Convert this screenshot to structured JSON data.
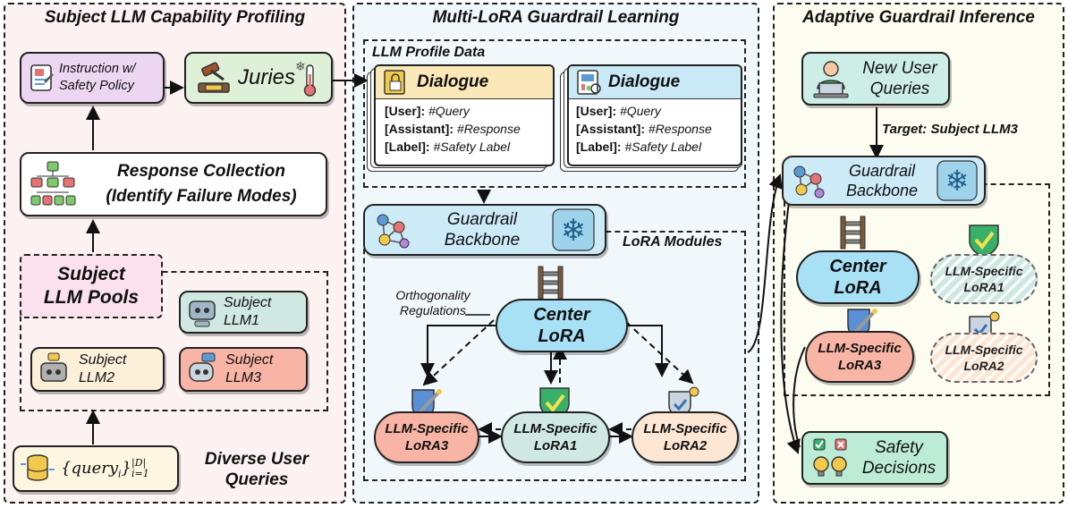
{
  "panels": {
    "left_title": "Subject LLM Capability Profiling",
    "middle_title": "Multi-LoRA Guardrail Learning",
    "right_title": "Adaptive Guardrail Inference"
  },
  "left": {
    "instruction": "Instruction w/ Safety Policy",
    "juries": "Juries",
    "response_collection_line1": "Response Collection",
    "response_collection_line2": "(Identify Failure Modes)",
    "pools_line1": "Subject",
    "pools_line2": "LLM Pools",
    "llm1_line1": "Subject",
    "llm1_line2": "LLM1",
    "llm2_line1": "Subject",
    "llm2_line2": "LLM2",
    "llm3_line1": "Subject",
    "llm3_line2": "LLM3",
    "query_formula": "{query",
    "query_sub": "i",
    "query_sup": "|D|",
    "query_lower": "i=1",
    "diverse_line1": "Diverse User",
    "diverse_line2": "Queries"
  },
  "middle": {
    "profile_data_label": "LLM Profile Data",
    "dialogue_title": "Dialogue",
    "user_key": "[User]:",
    "user_val": "#Query",
    "assistant_key": "[Assistant]:",
    "assistant_val": "#Response",
    "label_key": "[Label]:",
    "label_val": "#Safety Label",
    "backbone_line1": "Guardrail",
    "backbone_line2": "Backbone",
    "lora_modules_label": "LoRA Modules",
    "orthogonality_line1": "Orthogonality",
    "orthogonality_line2": "Regulations",
    "center_line1": "Center",
    "center_line2": "LoRA",
    "spec_prefix": "LLM-Specific",
    "lora3": "LoRA3",
    "lora1": "LoRA1",
    "lora2": "LoRA2"
  },
  "right": {
    "new_queries_line1": "New User",
    "new_queries_line2": "Queries",
    "target": "Target: Subject LLM3",
    "backbone_line1": "Guardrail",
    "backbone_line2": "Backbone",
    "center_line1": "Center",
    "center_line2": "LoRA",
    "spec_prefix": "LLM-Specific",
    "lora1": "LoRA1",
    "lora3": "LoRA3",
    "lora2": "LoRA2",
    "safety_line1": "Safety",
    "safety_line2": "Decisions"
  },
  "colors": {
    "left_bg": "#fdf2f2",
    "middle_bg": "#f0f8fc",
    "right_bg": "#fdfcf0",
    "center_lora": "#a8e0f5",
    "lora3": "#f8b4a4",
    "lora1": "#cfe9e2",
    "lora2": "#fde7d4",
    "instruction": "#ecd6f2",
    "juries": "#dff0d8",
    "pools": "#fbe1ee",
    "llm1": "#cfe9e2",
    "llm2": "#fdf0d8",
    "llm3": "#f8b4a4",
    "query": "#fdf6e0",
    "new_queries": "#cdeee6",
    "safety": "#bcebd6"
  }
}
